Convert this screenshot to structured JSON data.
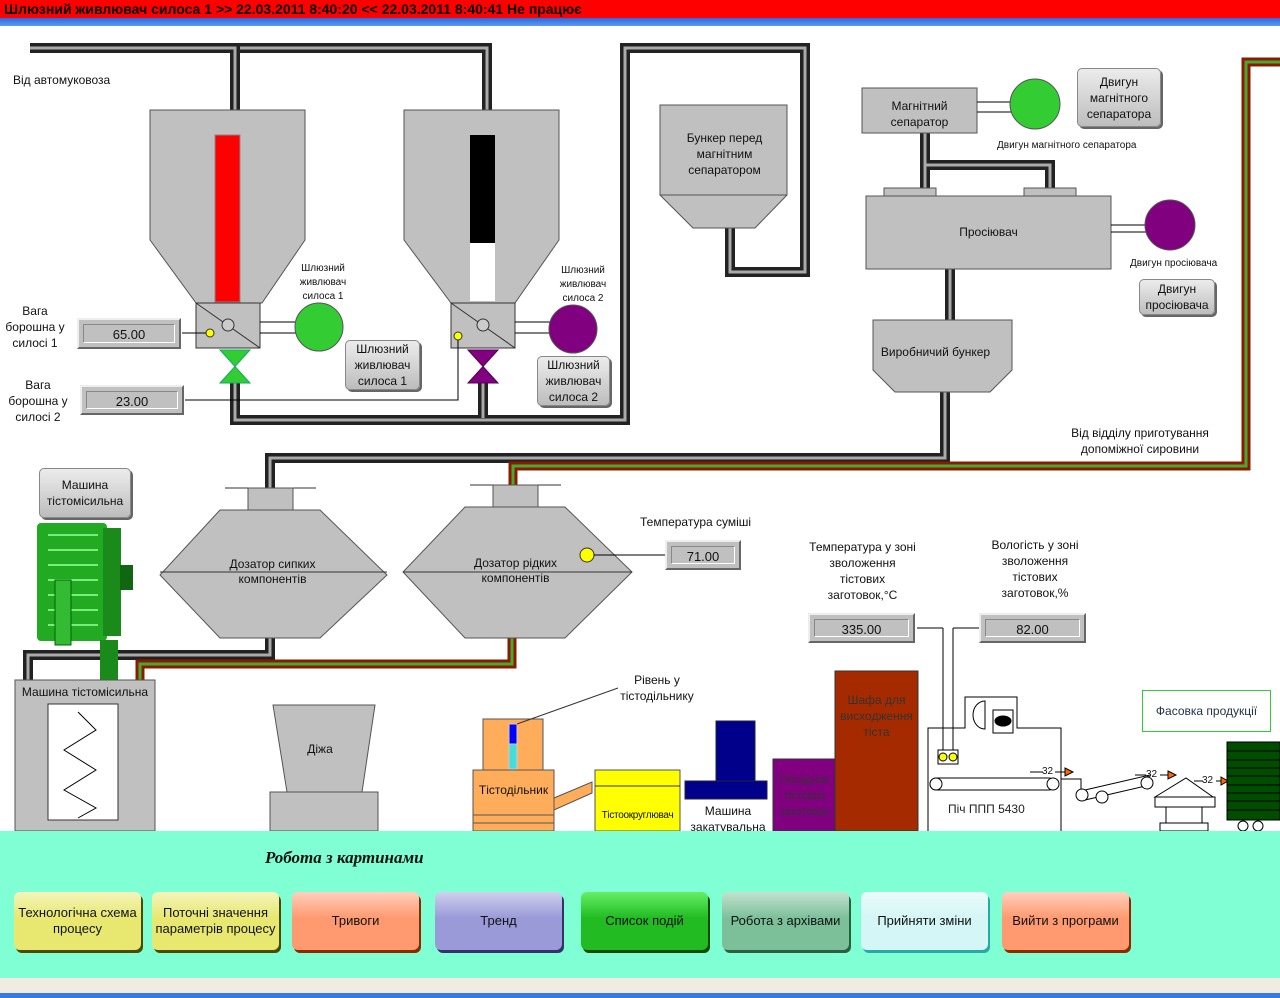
{
  "title": "Шлюзний живлювач силоса 1 >> 22.03.2011 8:40:20 << 22.03.2011 8:40:41  Не працює",
  "labels": {
    "from_truck": "Від автомуковоза",
    "weight1": "Вага\nборошна у\nсилосі 1",
    "weight2": "Вага\nборошна у\nсилосі 2",
    "feeder1_small": "Шлюзний\nживлювач\nсилоса 1",
    "feeder2_small": "Шлюзний\nживлювач\nсилоса 2",
    "bunker": "Бункер перед\nмагнітним\nсепаратором",
    "mag_sep": "Магнітний\nсепаратор",
    "mag_motor_small": "Двигун магнітного сепаратора",
    "sieve": "Просіювач",
    "sieve_motor_small": "Двигун просіювача",
    "prod_bunker": "Виробничий бункер",
    "from_aux": "Від відділу приготування\nдопоміжної сировини",
    "doser_dry": "Дозатор сипких\nкомпонентів",
    "doser_liquid": "Дозатор рідких\nкомпонентів",
    "mix_temp": "Температура суміші",
    "zone_temp": "Температура у зоні\nзволоження\nтістових\nзаготовок,°С",
    "zone_hum": "Вологість у зоні\nзволоження\nтістових\nзаготовок,%",
    "mixer": "Машина тістомісильна",
    "dizha": "Діжа",
    "divider_level": "Рівень у\nтістодільнику",
    "divider": "Тістодільник",
    "rounder": "Тістоокруглювач",
    "roller": "Машина\nзакатувальна",
    "loader": "Посадчик\nтістових\nзаготовок",
    "proofer": "Шафа для\nвисходження\nтіста",
    "oven": "Піч ППП 5430",
    "packing": "Фасовка продукції",
    "conv1": "32",
    "conv2": "32",
    "conv3": "32"
  },
  "buttons": {
    "feeder1": "Шлюзний\nживлювач\nсилоса 1",
    "feeder2": "Шлюзний\nживлювач\nсилоса 2",
    "mag_motor": "Двигун\nмагнітного\nсепаратора",
    "sieve_motor": "Двигун\nпросіювача",
    "mixer": "Машина\nтістомісильна"
  },
  "values": {
    "weight1": "65.00",
    "weight2": "23.00",
    "mix_temp": "71.00",
    "zone_temp": "335.00",
    "zone_hum": "82.00"
  },
  "levels": {
    "silo1_percent": 100,
    "silo2_percent": 35,
    "divider_percent": 55
  },
  "status_colors": {
    "feeder1": "#33cc33",
    "feeder2": "#800080",
    "mag_motor": "#33cc33",
    "sieve_motor": "#800080"
  },
  "bottom": {
    "heading": "Робота з картинами",
    "nav": [
      {
        "label": "Технологічна схема\nпроцесу",
        "color": "#e8e870"
      },
      {
        "label": "Поточні значення\nпараметрів процесу",
        "color": "#e8e870"
      },
      {
        "label": "Тривоги",
        "color": "#ff9a70"
      },
      {
        "label": "Тренд",
        "color": "#9a9ad8"
      },
      {
        "label": "Список подій",
        "color": "#22bb22"
      },
      {
        "label": "Робота з архівами",
        "color": "#7cc09a"
      },
      {
        "label": "Прийняти зміни",
        "color": "#d4f6f6"
      },
      {
        "label": "Вийти з програми",
        "color": "#ff9a70"
      }
    ]
  }
}
